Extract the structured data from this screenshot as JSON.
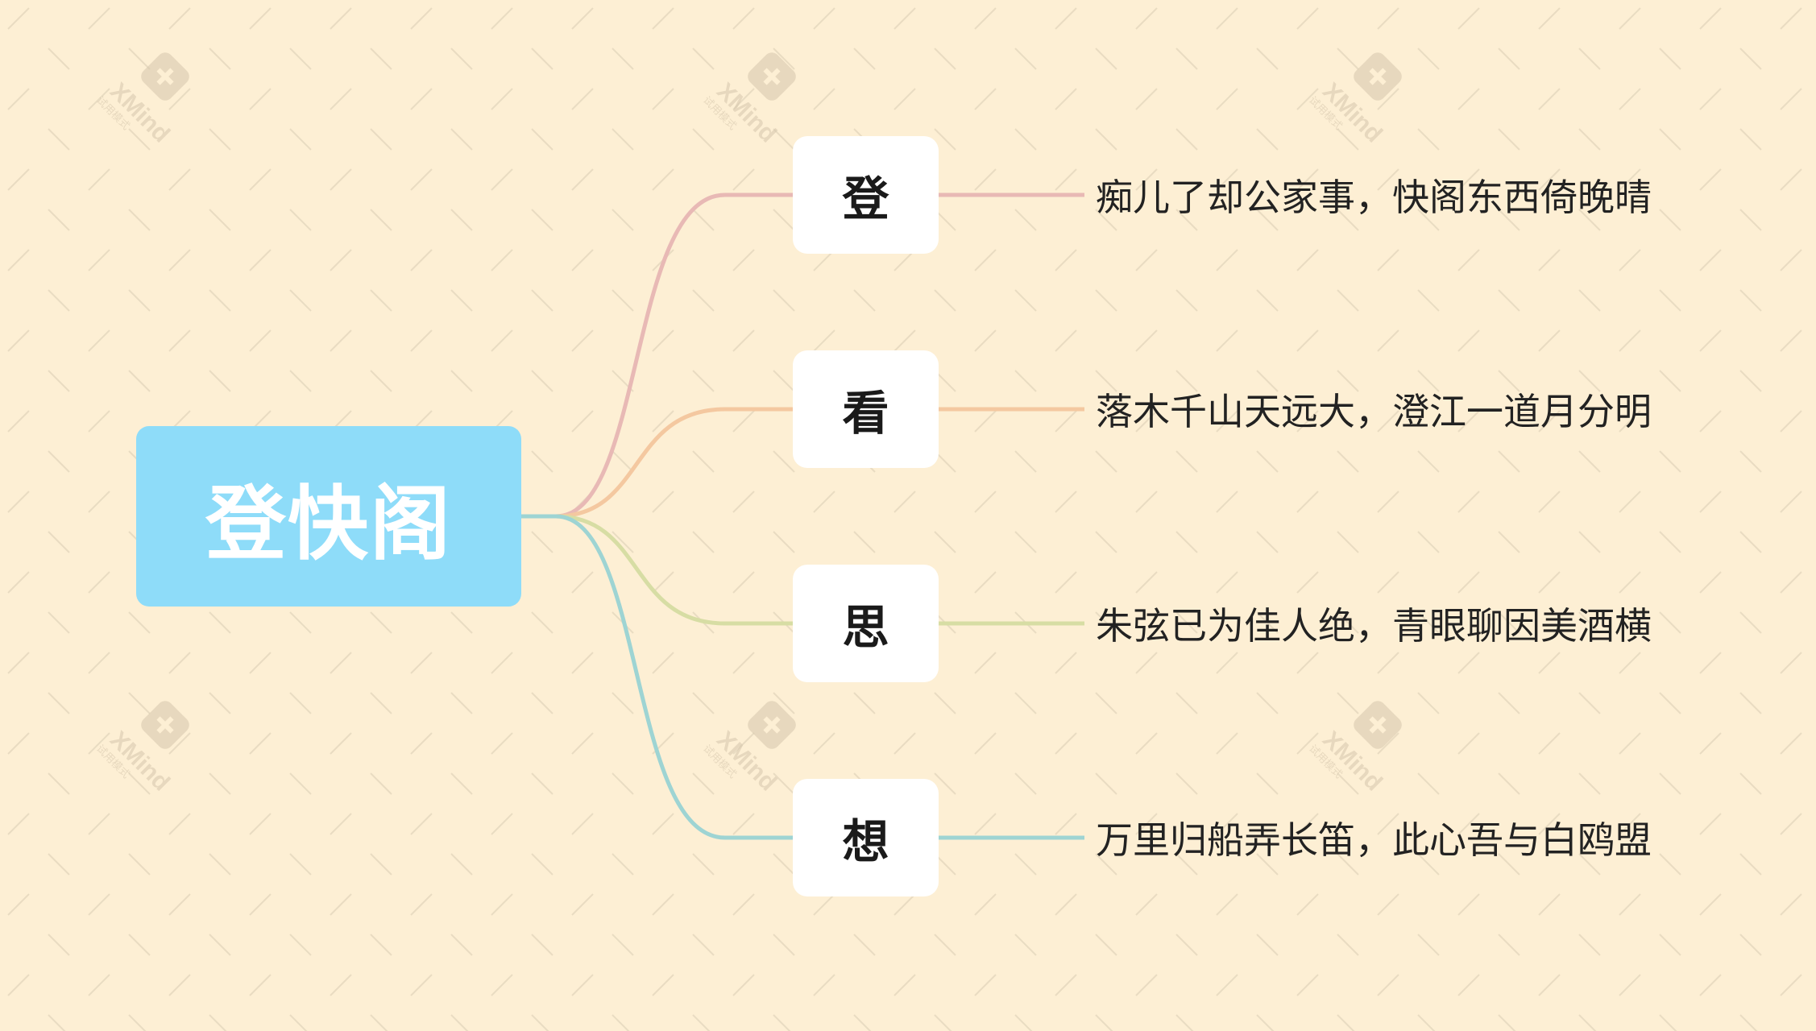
{
  "mindmap": {
    "root": {
      "label": "登快阁",
      "color": "#8edcf9"
    },
    "branches": [
      {
        "label": "登",
        "detail": "痴儿了却公家事，快阁东西倚晚晴",
        "color": "#e8b9b5"
      },
      {
        "label": "看",
        "detail": "落木千山天远大，澄江一道月分明",
        "color": "#f4c8a0"
      },
      {
        "label": "思",
        "detail": "朱弦已为佳人绝，青眼聊因美酒横",
        "color": "#d7dda4"
      },
      {
        "label": "想",
        "detail": "万里归船弄长笛，此心吾与白鸥盟",
        "color": "#9ed4d3"
      }
    ],
    "background_color": "#fdefd4",
    "root_connector_color": "#9ed4d3"
  },
  "watermark": {
    "text": "XMind",
    "subtext": "试用模式",
    "icon": "xmind-logo-icon"
  }
}
